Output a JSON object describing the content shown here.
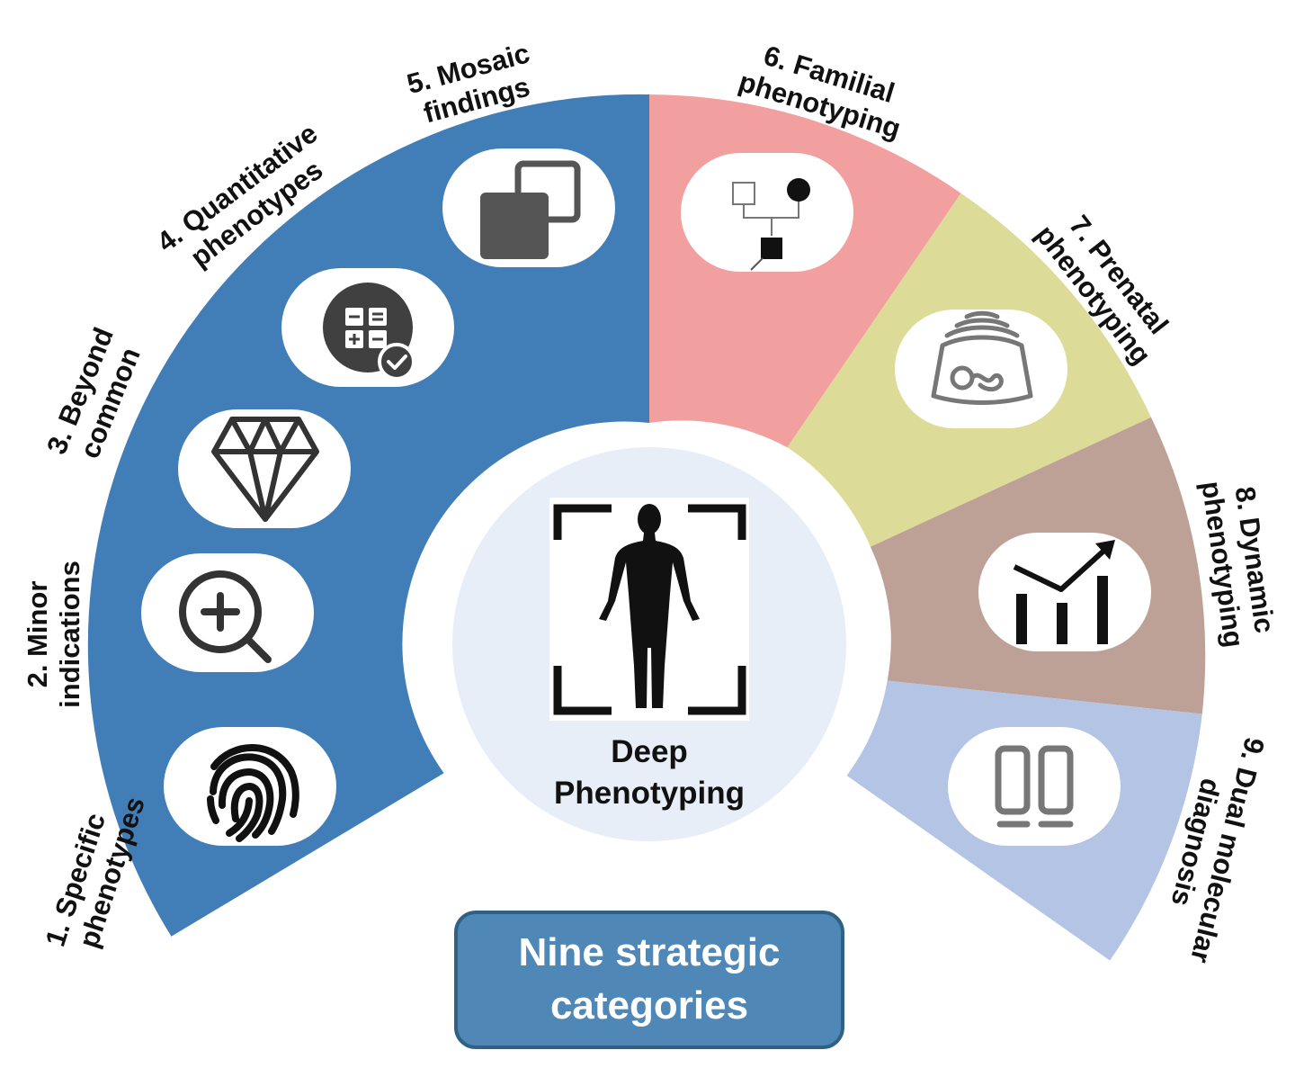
{
  "colors": {
    "blue": "#417db6",
    "pink": "#f19f9f",
    "yellow": "#dcdb97",
    "taupe": "#bda196",
    "light_blue": "#b3c4e4",
    "center_fill": "#e7eef7",
    "box_fill": "#4f87b6",
    "box_border": "#2f6185",
    "icon_dark": "#404040"
  },
  "center": {
    "line1": "Deep",
    "line2": "Phenotyping",
    "icon": "human-body-icon"
  },
  "box": {
    "line1": "Nine strategic",
    "line2": "categories"
  },
  "categories": [
    {
      "number": "1.",
      "line1": "1. Specific",
      "line2": "phenotypes",
      "icon": "fingerprint-icon",
      "color": "blue"
    },
    {
      "number": "2.",
      "line1": "2. Minor",
      "line2": "indications",
      "icon": "magnifier-plus-icon",
      "color": "blue"
    },
    {
      "number": "3.",
      "line1": "3. Beyond",
      "line2": "common",
      "icon": "diamond-icon",
      "color": "blue"
    },
    {
      "number": "4.",
      "line1": "4. Quantitative",
      "line2": "phenotypes",
      "icon": "calculator-check-icon",
      "color": "blue"
    },
    {
      "number": "5.",
      "line1": "5. Mosaic",
      "line2": "findings",
      "icon": "overlapping-squares-icon",
      "color": "blue"
    },
    {
      "number": "6.",
      "line1": "6. Familial",
      "line2": "phenotyping",
      "icon": "pedigree-icon",
      "color": "pink"
    },
    {
      "number": "7.",
      "line1": "7. Prenatal",
      "line2": "phenotyping",
      "icon": "ultrasound-icon",
      "color": "yellow"
    },
    {
      "number": "8.",
      "line1": "8. Dynamic",
      "line2": "phenotyping",
      "icon": "trend-chart-icon",
      "color": "taupe"
    },
    {
      "number": "9.",
      "line1": "9. Dual molecular",
      "line2": "diagnosis",
      "icon": "dual-tubes-icon",
      "color": "light_blue"
    }
  ]
}
